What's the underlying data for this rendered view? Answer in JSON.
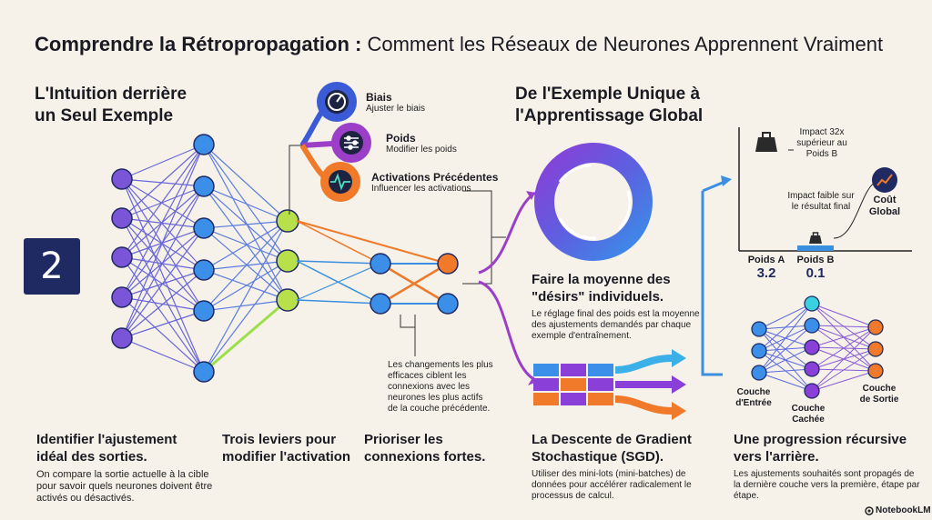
{
  "title": {
    "bold": "Comprendre la Rétropropagation :",
    "rest": " Comment les Réseaux de Neurones Apprennent Vraiment"
  },
  "left": {
    "heading_line1": "L'Intuition derrière",
    "heading_line2": "un Seul Exemple",
    "digit": "2",
    "levers": [
      {
        "title": "Biais",
        "sub": "Ajuster le biais",
        "icon": "gauge-icon",
        "color": "#3b5bd6"
      },
      {
        "title": "Poids",
        "sub": "Modifier les poids",
        "icon": "sliders-icon",
        "color": "#9b3fc8"
      },
      {
        "title": "Activations Précédentes",
        "sub": "Influencer les activations",
        "icon": "pulse-icon",
        "color": "#f07a2a"
      }
    ],
    "note_strong": "Les changements les plus efficaces ciblent les connexions avec les neurones les plus actifs de la couche précédente.",
    "captions": [
      {
        "title_line1": "Identifier l'ajustement",
        "title_line2": "idéal des sorties.",
        "text": "On compare la sortie actuelle à la cible pour savoir quels neurones doivent être activés ou désactivés."
      },
      {
        "title_line1": "Trois leviers pour",
        "title_line2": "modifier l'activation",
        "text": ""
      },
      {
        "title_line1": "Prioriser les",
        "title_line2": "connexions fortes.",
        "text": ""
      }
    ]
  },
  "middle": {
    "heading_line1": "De l'Exemple Unique à",
    "heading_line2": "l'Apprentissage Global",
    "avg_title_line1": "Faire la moyenne des",
    "avg_title_line2": "\"désirs\" individuels.",
    "avg_text": "Le réglage final des poids est la moyenne des ajustements demandés par chaque exemple d'entraînement.",
    "sgd_title_line1": "La Descente de Gradient",
    "sgd_title_line2": "Stochastique (SGD).",
    "sgd_text": "Utiliser des mini-lots (mini-batches) de données pour accélérer radicalement le processus de calcul."
  },
  "right": {
    "chart_data": {
      "type": "bar",
      "categories": [
        "Poids A",
        "Poids B"
      ],
      "values": [
        3.2,
        0.1
      ],
      "value_labels": [
        "3.2",
        "0.1"
      ],
      "annotations": [
        "Impact 32x supérieur au Poids B",
        "Impact faible sur le résultat final"
      ],
      "cost_label_line1": "Coût",
      "cost_label_line2": "Global",
      "colors": [
        "#f07a2a",
        "#3b8fe0"
      ]
    },
    "layers": {
      "input_line1": "Couche",
      "input_line2": "d'Entrée",
      "hidden_line1": "Couche",
      "hidden_line2": "Cachée",
      "output_line1": "Couche",
      "output_line2": "de Sortie"
    },
    "prog_title_line1": "Une progression récursive",
    "prog_title_line2": "vers l'arrière.",
    "prog_text": "Les ajustements souhaités sont propagés de la dernière couche vers la première, étape par étape."
  },
  "footer": {
    "brand": "NotebookLM"
  }
}
